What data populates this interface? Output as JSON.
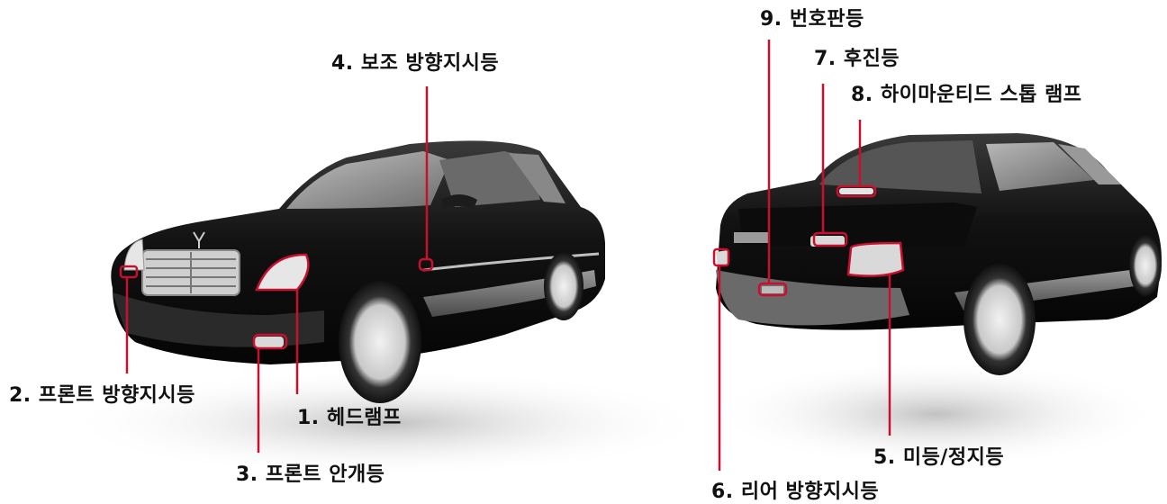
{
  "labels": {
    "headlamp": "1. 헤드램프",
    "front_turn_signal": "2. 프론트 방향지시등",
    "front_fog_lamp": "3. 프론트 안개등",
    "side_turn_signal": "4. 보조 방향지시등",
    "tail_stop_lamp": "5. 미등/정지등",
    "rear_turn_signal": "6. 리어 방향지시등",
    "reverse_lamp": "7. 후진등",
    "high_mount_stop_lamp": "8. 하이마운티드 스톱 램프",
    "license_plate_lamp": "9. 번호판등"
  },
  "colors": {
    "leader_line": "#c8102e",
    "car_body": "#151515",
    "text": "#111111"
  }
}
